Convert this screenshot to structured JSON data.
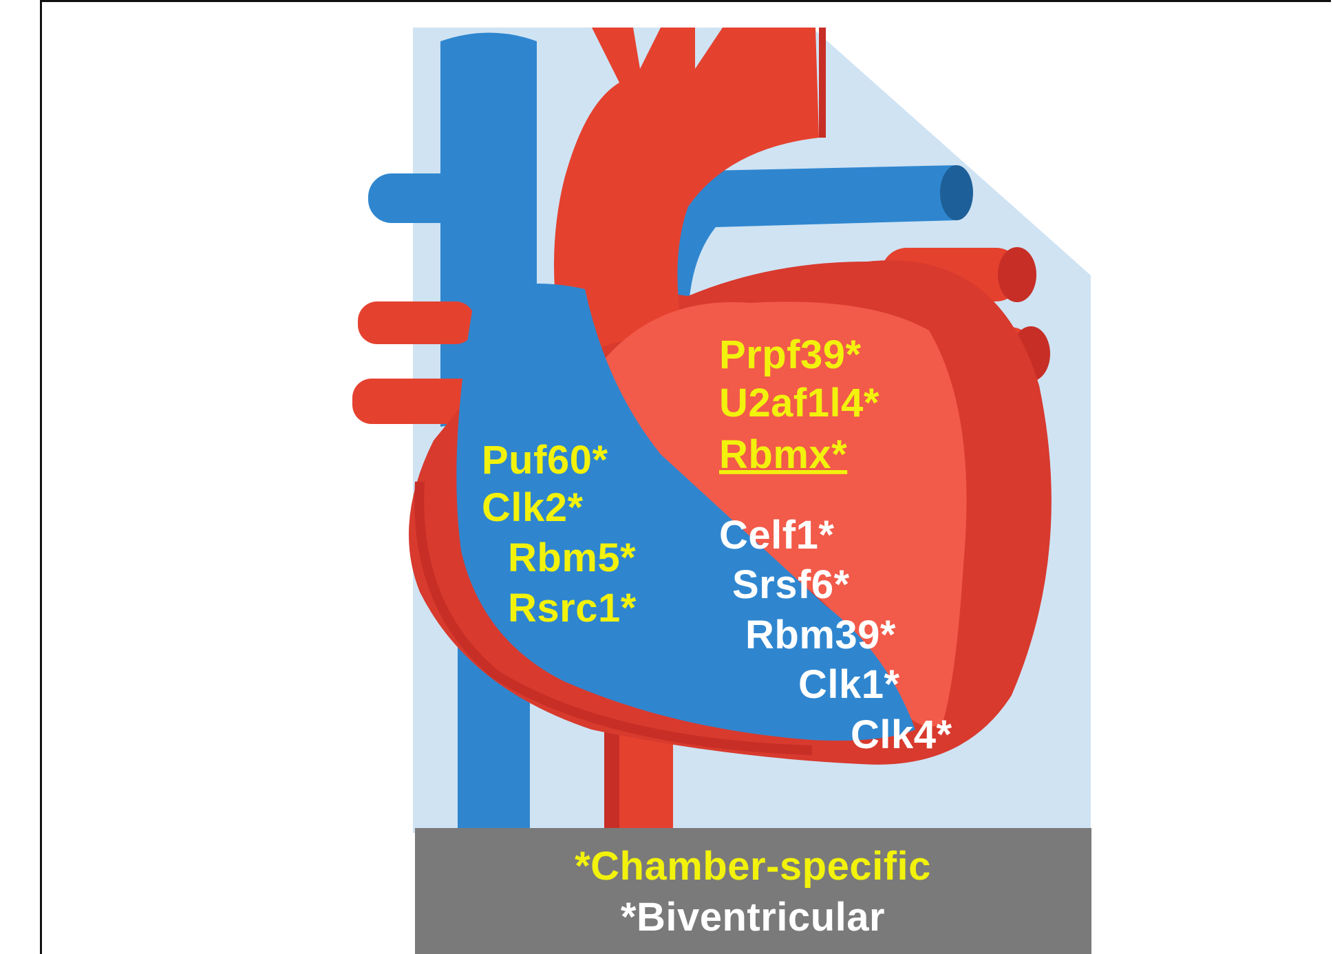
{
  "colors": {
    "background": "#ffffff",
    "shadow": "#cfe3f3",
    "vein_blue": "#2f86cf",
    "vein_blue_dark": "#1d5f98",
    "artery_red": "#e5412f",
    "artery_red_dark": "#c72e26",
    "left_heart": "#f25a4a",
    "chamber_specific": "#f2f20c",
    "biventricular": "#ffffff",
    "legend_box": "#7a7a7a"
  },
  "right_ventricle_genes": [
    "Puf60*",
    "Clk2*",
    "Rbm5*",
    "Rsrc1*"
  ],
  "left_ventricle_genes": [
    "Prpf39*",
    "U2af1l4*",
    "Rbmx*"
  ],
  "biventricular_genes": [
    "Celf1*",
    "Srsf6*",
    "Rbm39*",
    "Clk1*",
    "Clk4*"
  ],
  "legend": {
    "chamber_specific": "*Chamber-specific",
    "biventricular": "*Biventricular"
  }
}
